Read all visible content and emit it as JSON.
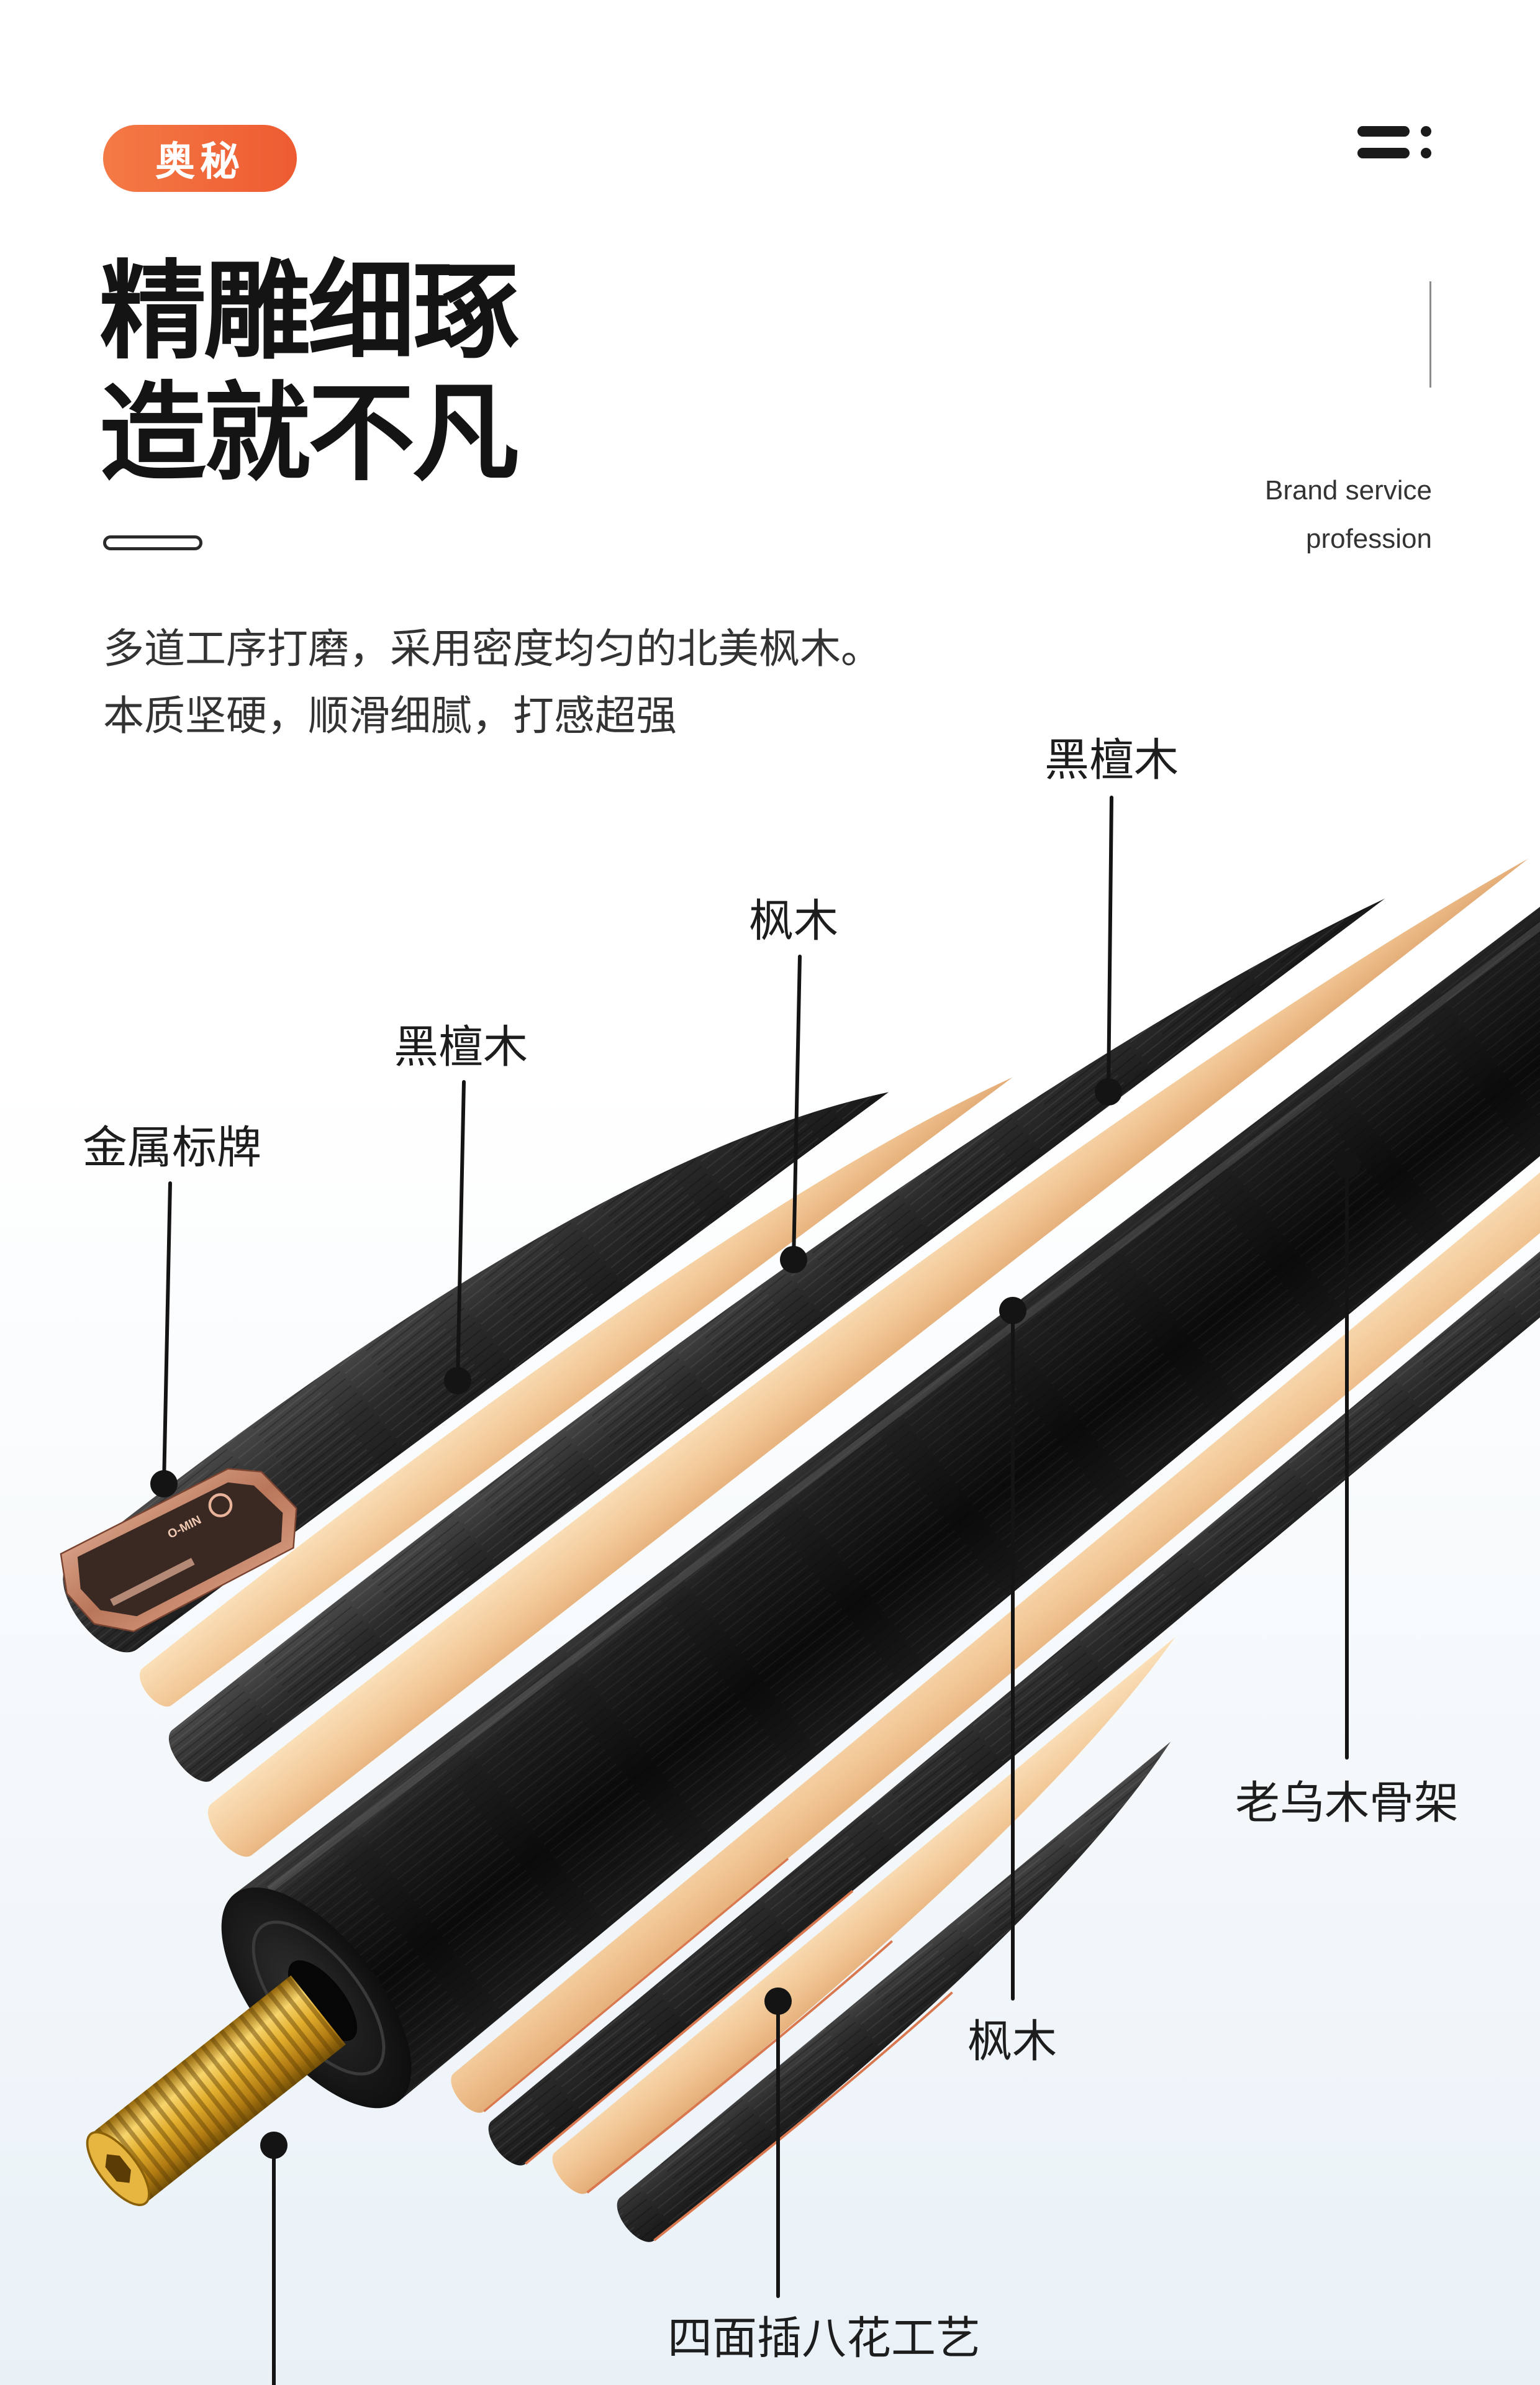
{
  "badge": "奥秘",
  "title_lines": [
    "精雕细琢",
    "造就不凡"
  ],
  "brand_tagline": [
    "Brand service",
    "profession"
  ],
  "description_lines": [
    "多道工序打磨，采用密度均匀的北美枫木。",
    "本质坚硬，顺滑细腻，打感超强"
  ],
  "callouts": {
    "ebony_top": "黑檀木",
    "maple_top": "枫木",
    "ebony_left": "黑檀木",
    "metal_plate": "金属标牌",
    "ebony_frame": "老乌木骨架",
    "maple_bottom": "枫木",
    "inlay": "四面插八花工艺"
  },
  "badge_logo_text": "O-MIN",
  "icons": {
    "menu": "menu-icon"
  },
  "colors": {
    "accent": "#ee5b32",
    "text": "#1d1d1d",
    "ebony": "#2b2b2b",
    "maple": "#f1c593",
    "brass": "#e0ab2a",
    "copper": "#b9765a"
  }
}
